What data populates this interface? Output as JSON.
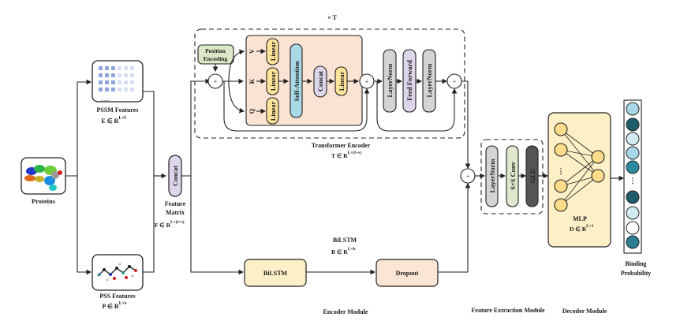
{
  "title": "Protein binding probability prediction architecture",
  "inputs": {
    "proteins_label": "Proteins",
    "pssm": {
      "label": "PSSM Features",
      "formula": "E ∈ R",
      "sup": "L×f",
      "dots": "......"
    },
    "pss": {
      "label": "PSS Features",
      "formula": "P ∈ R",
      "sup": "L×s"
    }
  },
  "concat": {
    "label": "Concat",
    "caption_line1": "Feature",
    "caption_line2": "Matrix",
    "formula": "F ∈ R",
    "sup": "L×(f+s)"
  },
  "transformer": {
    "repeat_label": "× T",
    "position_encoding_line1": "Position",
    "position_encoding_line2": "Encoding",
    "qkv": [
      "V",
      "K",
      "Q"
    ],
    "linear_label": "Linear",
    "self_attention_label": "Self-Attention",
    "concat_label": "Concat",
    "layernorm_label": "LayerNorm",
    "feed_forward_label": "Feed Forward",
    "plus_symbol": "+",
    "caption": "Transformer Encoder",
    "formula": "T ∈ R",
    "sup": "L×(f+s)"
  },
  "bilstm": {
    "box_label": "BiLSTM",
    "caption": "BiLSTM",
    "formula": "B ∈ R",
    "sup": "L×b",
    "dropout_label": "Dropout"
  },
  "feature_extraction": {
    "layernorm_label": "LayerNorm",
    "conv_label": "S×S Conv",
    "glu_label": "GLU"
  },
  "decoder": {
    "caption": "MLP",
    "formula": "D ∈ R",
    "sup": "L×1",
    "ellipsis": "⋮"
  },
  "output": {
    "label_line1": "Binding",
    "label_line2": "Probability",
    "ellipsis": "⋮"
  },
  "modules": {
    "encoder": "Encoder Module",
    "feature_extraction": "Feature Extraction Module",
    "decoder": "Decoder Module"
  },
  "colors": {
    "attention_bg": "#fbe3d3",
    "linear": "#fde49a",
    "self_attention": "#a9d8e6",
    "concat": "#ddd6ea",
    "layernorm": "#d4d4d4",
    "feed_forward": "#ddd6ea",
    "position_encoding": "#dbe8c8",
    "bilstm": "#fdf0c9",
    "dropout": "#fbe6d6",
    "conv": "#dde8cd",
    "glu": "#555555",
    "mlp_bg": "#fdf0c6",
    "mlp_node": "#fcdc8a",
    "output_nodes": [
      "#a9d8e6",
      "#1f5c6c",
      "#d2ebf3",
      "#a9d8e6",
      "#2c8a9e",
      "#1f5c6c",
      "#d2ebf3",
      "#ffffff",
      "#2c7d92"
    ]
  }
}
